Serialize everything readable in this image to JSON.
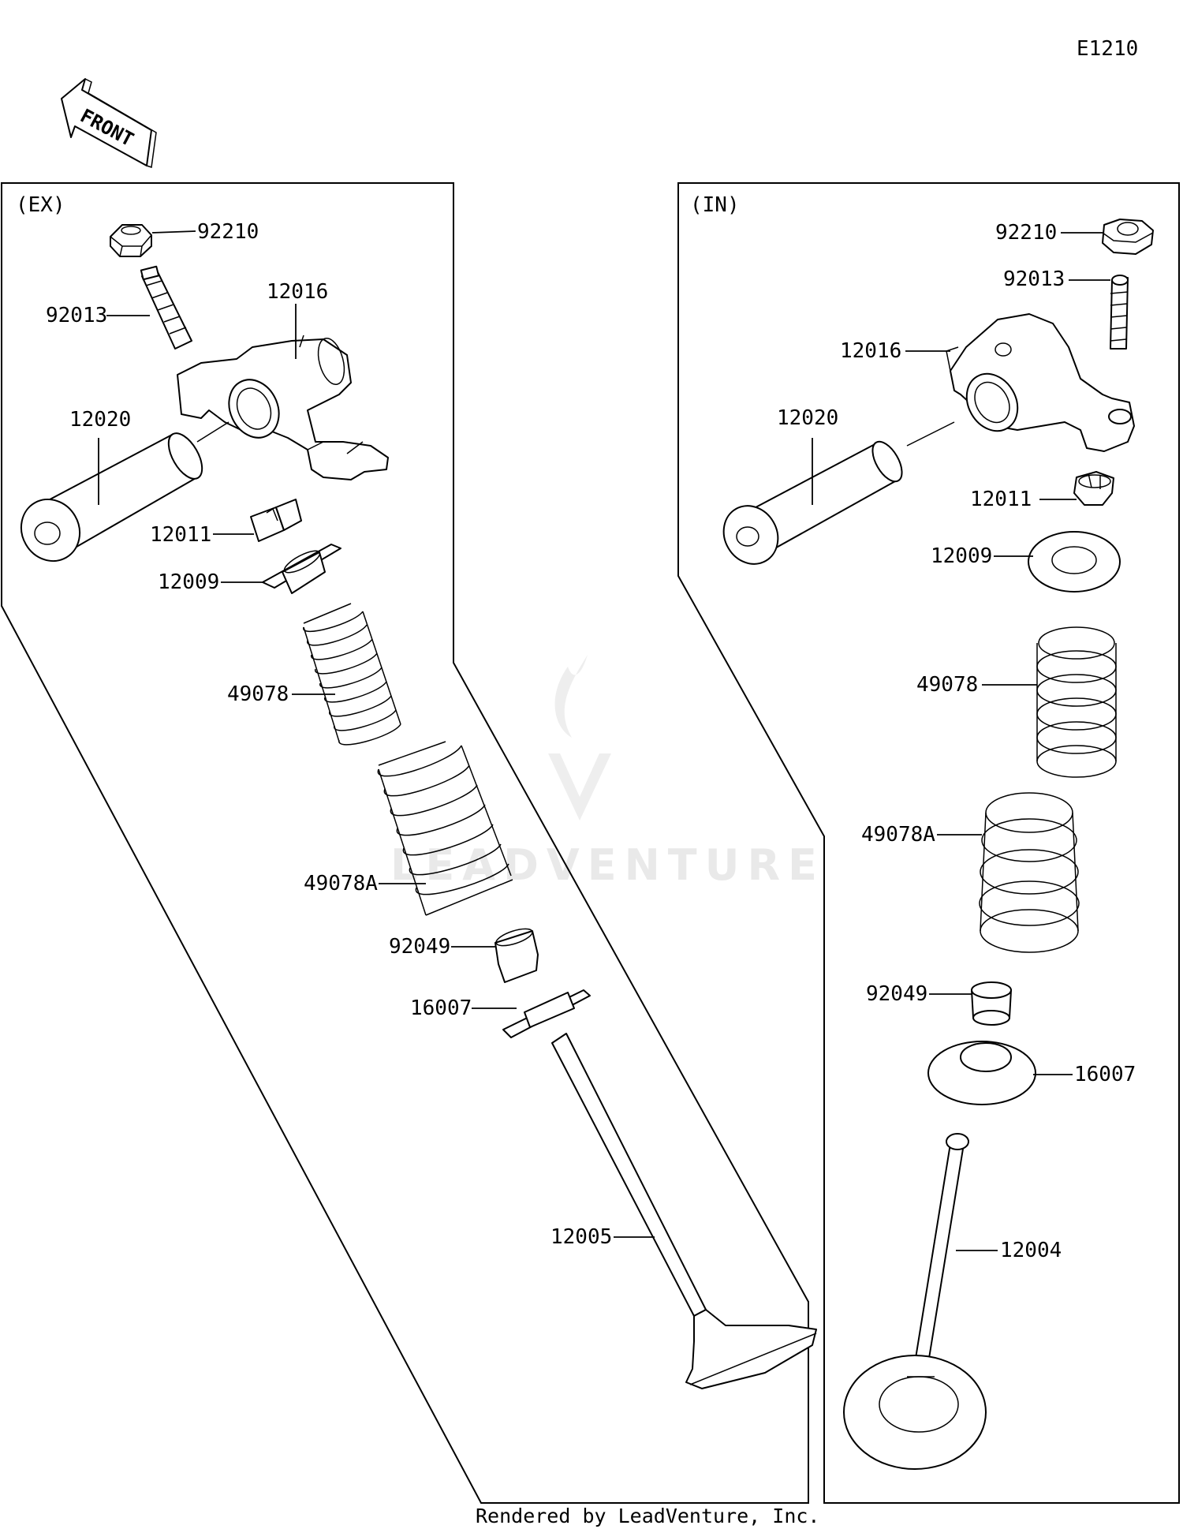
{
  "diagram_code": "E1210",
  "front_label": "FRONT",
  "footer": "Rendered by LeadVenture, Inc.",
  "watermark": "LEADVENTURE",
  "exhaust": {
    "title": "(EX)",
    "callouts": [
      "92210",
      "92013",
      "12016",
      "12020",
      "12011",
      "12009",
      "49078",
      "49078A",
      "92049",
      "16007",
      "12005"
    ]
  },
  "intake": {
    "title": "(IN)",
    "callouts": [
      "92210",
      "92013",
      "12016",
      "12020",
      "12011",
      "12009",
      "49078",
      "49078A",
      "92049",
      "16007",
      "12004"
    ]
  }
}
